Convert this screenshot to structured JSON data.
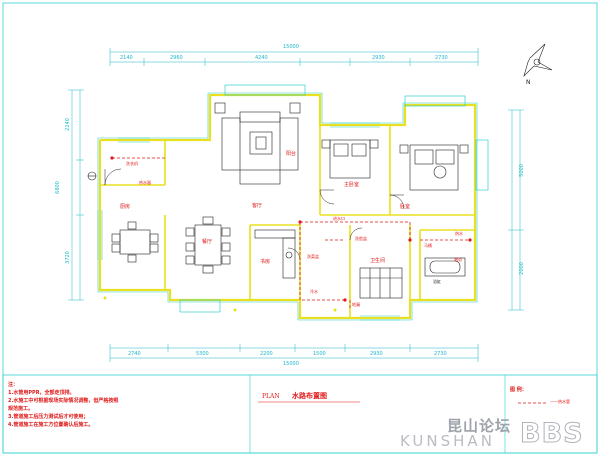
{
  "title_block": {
    "plan_label": "PLAN",
    "plan_title": "水路布置图",
    "legend_label": "图 例：",
    "legend_item": "——热水管"
  },
  "notes": [
    "注：",
    "1.水管用PPR，全部走顶排。",
    "2.水施工中可根据现场实际情况调整，但严格按照",
    "规范施工。",
    "3.管道施工后压力测试后才可使用；",
    "4.管道施工在施工方位置确认后施工。"
  ],
  "dimensions": {
    "top_total": "15000",
    "top": [
      "2140",
      "2960",
      "4240",
      "2930",
      "2730"
    ],
    "bottom_total": "15000",
    "bottom": [
      "2740",
      "5300",
      "2200",
      "1500",
      "2930",
      "2730"
    ],
    "left": [
      "2240",
      "6800",
      "3720"
    ],
    "right": [
      "5000",
      "2000"
    ]
  },
  "north_arrow": "N",
  "rooms": {
    "kitchen": "厨房",
    "dining": "餐厅",
    "living": "客厅",
    "master_bedroom": "主卧室",
    "bedroom": "卧室",
    "bathroom": "卫生间",
    "balcony": "阳台",
    "study": "书房",
    "bath_label": "浴缸"
  },
  "fixtures": {
    "washer": "洗衣机",
    "water_heater": "热水器",
    "sink": "洗菜盆",
    "basin": "洗脸盆",
    "toilet": "马桶",
    "shower": "淋浴",
    "water_inlet": "进水口",
    "floor_drain": "地漏",
    "cold_water": "冷水",
    "hot_water": "热水"
  },
  "watermark": {
    "cn": "昆山论坛",
    "en": "KUNSHAN",
    "bbs": "BBS"
  },
  "colors": {
    "wall": "#e8e020",
    "wall_outline": "#2fd0d0",
    "dimension": "#18b8c8",
    "label": "#e01818",
    "furniture": "#222222",
    "pipe": "#e01818"
  }
}
